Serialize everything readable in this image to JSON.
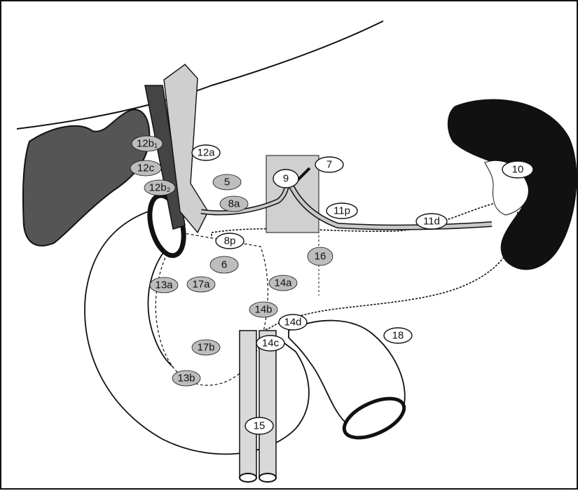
{
  "colors": {
    "outline": "#111111",
    "dark_organ": "#555555",
    "spleen": "#111111",
    "vessel_fill": "#c8c8c8",
    "aorta_band": "#d0d0d0",
    "label_gray": "#bdbdbd",
    "label_white": "#ffffff"
  },
  "labels": [
    {
      "id": "12b1",
      "text": "12b₁",
      "style": "gray"
    },
    {
      "id": "12a",
      "text": "12a",
      "style": "white"
    },
    {
      "id": "12c",
      "text": "12c",
      "style": "gray"
    },
    {
      "id": "12b2",
      "text": "12b₂",
      "style": "gray"
    },
    {
      "id": "5",
      "text": "5",
      "style": "gray"
    },
    {
      "id": "8a",
      "text": "8a",
      "style": "gray"
    },
    {
      "id": "9",
      "text": "9",
      "style": "white"
    },
    {
      "id": "7",
      "text": "7",
      "style": "white"
    },
    {
      "id": "10",
      "text": "10",
      "style": "white"
    },
    {
      "id": "11p",
      "text": "11p",
      "style": "white"
    },
    {
      "id": "11d",
      "text": "11d",
      "style": "white"
    },
    {
      "id": "8p",
      "text": "8p",
      "style": "white"
    },
    {
      "id": "16",
      "text": "16",
      "style": "gray"
    },
    {
      "id": "6",
      "text": "6",
      "style": "gray"
    },
    {
      "id": "13a",
      "text": "13a",
      "style": "gray"
    },
    {
      "id": "17a",
      "text": "17a",
      "style": "gray"
    },
    {
      "id": "14a",
      "text": "14a",
      "style": "gray"
    },
    {
      "id": "14b",
      "text": "14b",
      "style": "gray"
    },
    {
      "id": "14d",
      "text": "14d",
      "style": "white"
    },
    {
      "id": "18",
      "text": "18",
      "style": "white"
    },
    {
      "id": "14c",
      "text": "14c",
      "style": "white"
    },
    {
      "id": "17b",
      "text": "17b",
      "style": "gray"
    },
    {
      "id": "13b",
      "text": "13b",
      "style": "gray"
    },
    {
      "id": "15",
      "text": "15",
      "style": "white"
    }
  ]
}
